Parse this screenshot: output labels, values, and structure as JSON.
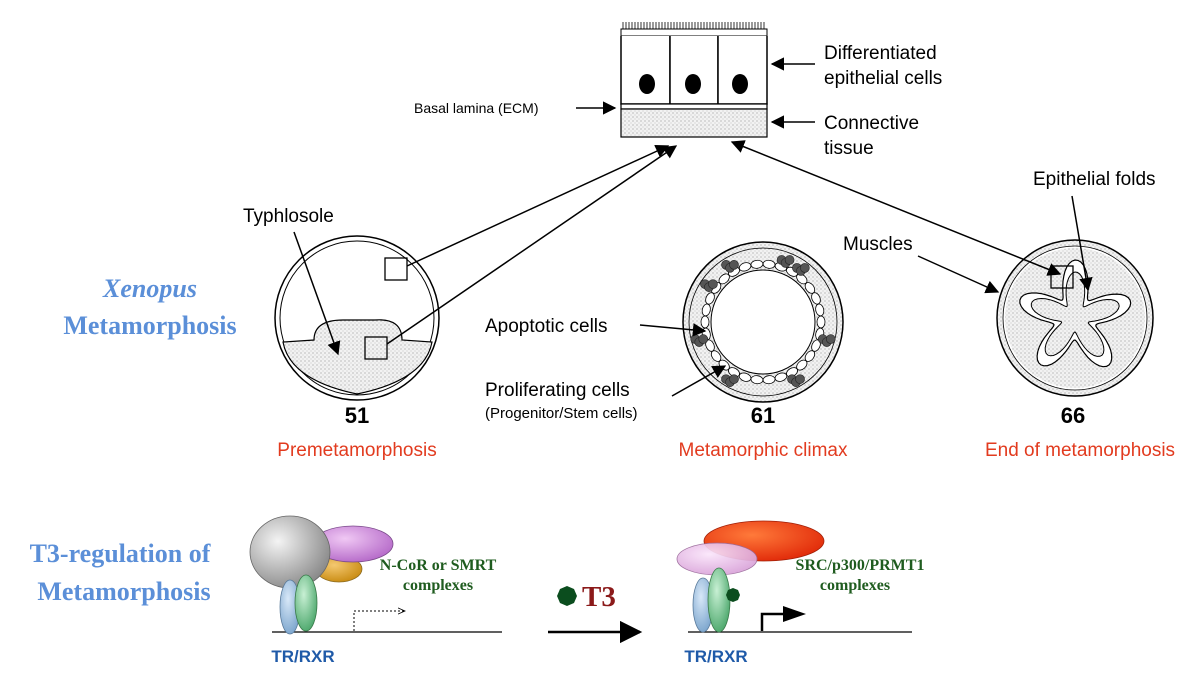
{
  "tissue": {
    "label_epithelial_l1": "Differentiated",
    "label_epithelial_l2": "epithelial cells",
    "label_basal": "Basal lamina (ECM)",
    "label_connective_l1": "Connective",
    "label_connective_l2": "tissue"
  },
  "metamorphosis": {
    "title_species": "Xenopus",
    "title_process": "Metamorphosis",
    "labels": {
      "typhlosole": "Typhlosole",
      "apoptotic": "Apoptotic cells",
      "proliferating": "Proliferating cells",
      "progenitor": "(Progenitor/Stem cells)",
      "muscles": "Muscles",
      "epithelial_folds": "Epithelial folds"
    },
    "stages": [
      {
        "number": "51",
        "name": "Premetamorphosis"
      },
      {
        "number": "61",
        "name": "Metamorphic climax"
      },
      {
        "number": "66",
        "name": "End of metamorphosis"
      }
    ]
  },
  "regulation": {
    "title_l1": "T3-regulation of",
    "title_l2": "Metamorphosis",
    "repressor_l1": "N-CoR or SMRT",
    "repressor_l2": "complexes",
    "receptor_left": "TR/RXR",
    "hormone": "T3",
    "activator_l1": "SRC/p300/PRMT1",
    "activator_l2": "complexes",
    "receptor_right": "TR/RXR"
  },
  "colors": {
    "title_blue": "#5b8fd8",
    "stage_red": "#e23b1f",
    "complex_green": "#1f5c1f",
    "receptor_blue": "#1f5aa8",
    "hormone_red": "#8b1a1a",
    "hormone_dot": "#0b4d1e"
  }
}
